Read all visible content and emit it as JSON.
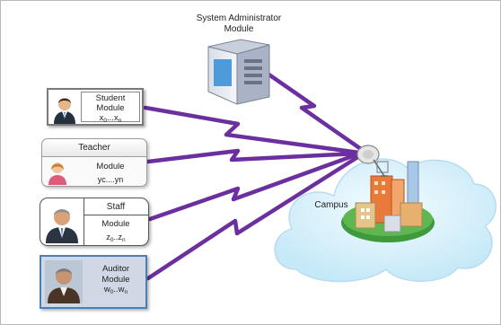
{
  "admin": {
    "line1": "System Administrator",
    "line2": "Module"
  },
  "student": {
    "line1": "Student",
    "line2": "Module",
    "line3_base": "x",
    "line3_sub0": "0",
    "line3_mid": "...x",
    "line3_subn": "n"
  },
  "teacher": {
    "header": "Teacher",
    "line1": "Module",
    "line2": "yc....yn"
  },
  "staff": {
    "header": "Staff",
    "line1": "Module",
    "line2_base": "z",
    "line2_sub0": "0",
    "line2_mid": "..z",
    "line2_subn": "n"
  },
  "auditor": {
    "line1": "Auditor",
    "line2": "Module",
    "line3_base": "w",
    "line3_sub0": "0",
    "line3_mid": "..w",
    "line3_subn": "n"
  },
  "campus": {
    "label": "Campus"
  },
  "colors": {
    "link": "#6b2fa0",
    "cloud": "#d9f1fb",
    "auditor_fill": "#cfd8e4",
    "auditor_border": "#4f7fb0"
  }
}
